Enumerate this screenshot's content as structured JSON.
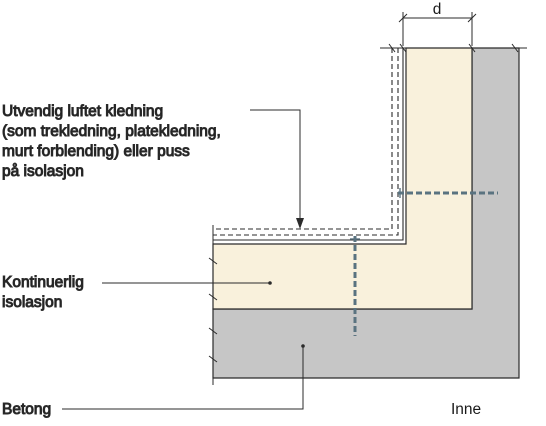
{
  "dimension": {
    "label": "d"
  },
  "callouts": {
    "cladding": {
      "lines": [
        "Utvendig luftet kledning",
        "(som trekledning, platekledning,",
        "murt forblending) eller puss",
        "på isolasjon"
      ]
    },
    "insulation": {
      "lines": [
        "Kontinuerlig",
        "isolasjon"
      ]
    },
    "concrete": {
      "lines": [
        "Betong"
      ]
    }
  },
  "inside_label": "Inne",
  "colors": {
    "concrete": "#c6c6c6",
    "insulation": "#f9f1dc",
    "outline": "#2b2b2b",
    "anchor": "#5a7380"
  }
}
